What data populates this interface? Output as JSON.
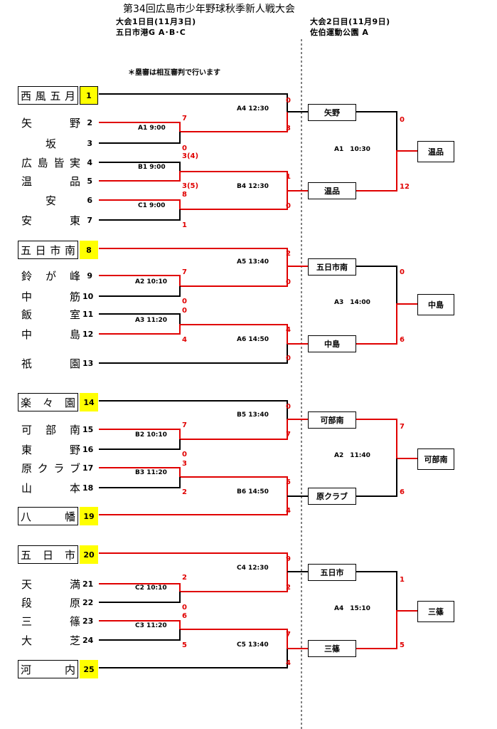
{
  "header": {
    "title": "第34回広島市少年野球秋季新人戦大会",
    "day1": "大会1日目(11月3日)",
    "day1_venue": "五日市港G A･B･C",
    "day2": "大会2日目(11月9日)",
    "day2_venue": "佐伯運動公園 A",
    "note": "＊塁審は相互審判で行います"
  },
  "teams": [
    {
      "n": "1",
      "c": [
        "西",
        "風",
        "五",
        "月"
      ],
      "seed": true
    },
    {
      "n": "2",
      "c": [
        "矢",
        "",
        "野"
      ]
    },
    {
      "n": "3",
      "c": [
        "",
        "坂",
        ""
      ]
    },
    {
      "n": "4",
      "c": [
        "広",
        "島",
        "皆",
        "実"
      ]
    },
    {
      "n": "5",
      "c": [
        "温",
        "",
        "品"
      ]
    },
    {
      "n": "6",
      "c": [
        "",
        "安",
        ""
      ]
    },
    {
      "n": "7",
      "c": [
        "安",
        "",
        "東"
      ]
    },
    {
      "n": "8",
      "c": [
        "五",
        "日",
        "市",
        "南"
      ],
      "seed": true
    },
    {
      "n": "9",
      "c": [
        "鈴",
        "が",
        "峰"
      ]
    },
    {
      "n": "10",
      "c": [
        "中",
        "",
        "筋"
      ]
    },
    {
      "n": "11",
      "c": [
        "飯",
        "",
        "室"
      ]
    },
    {
      "n": "12",
      "c": [
        "中",
        "",
        "島"
      ]
    },
    {
      "n": "13",
      "c": [
        "祇",
        "",
        "園"
      ]
    },
    {
      "n": "14",
      "c": [
        "楽",
        "々",
        "園"
      ],
      "seed": true
    },
    {
      "n": "15",
      "c": [
        "可",
        "部",
        "南"
      ]
    },
    {
      "n": "16",
      "c": [
        "東",
        "",
        "野"
      ]
    },
    {
      "n": "17",
      "c": [
        "原",
        "ク",
        "ラ",
        "ブ"
      ]
    },
    {
      "n": "18",
      "c": [
        "山",
        "",
        "本"
      ]
    },
    {
      "n": "19",
      "c": [
        "八",
        "",
        "幡"
      ],
      "seed": true
    },
    {
      "n": "20",
      "c": [
        "五",
        "日",
        "市"
      ],
      "seed": true
    },
    {
      "n": "21",
      "c": [
        "天",
        "",
        "満"
      ]
    },
    {
      "n": "22",
      "c": [
        "段",
        "",
        "原"
      ]
    },
    {
      "n": "23",
      "c": [
        "三",
        "",
        "篠"
      ]
    },
    {
      "n": "24",
      "c": [
        "大",
        "",
        "芝"
      ]
    },
    {
      "n": "25",
      "c": [
        "河",
        "",
        "内"
      ],
      "seed": true
    }
  ],
  "games": [
    "A4 12:30",
    "A1 9:00",
    "B1 9:00",
    "B4 12:30",
    "C1 9:00",
    "A5 13:40",
    "A2 10:10",
    "A3 11:20",
    "A6 14:50",
    "B5 13:40",
    "B2 10:10",
    "B3 11:20",
    "B6 14:50",
    "C4 12:30",
    "C2 10:10",
    "C3 11:20",
    "C5 13:40",
    "A1　10:30",
    "A3　14:00",
    "A2　11:40",
    "A4　15:10"
  ],
  "scores": [
    "0",
    "3",
    "7",
    "0",
    "3(4)",
    "3(5)",
    "1",
    "0",
    "8",
    "1",
    "2",
    "0",
    "7",
    "0",
    "0",
    "4",
    "4",
    "0",
    "0",
    "7",
    "7",
    "0",
    "3",
    "2",
    "5",
    "4",
    "9",
    "2",
    "2",
    "0",
    "6",
    "5",
    "7",
    "4",
    "0",
    "12",
    "0",
    "6",
    "7",
    "6",
    "1",
    "5"
  ],
  "round2": [
    "矢野",
    "温品",
    "五日市南",
    "中島",
    "可部南",
    "原クラブ",
    "五日市",
    "三篠"
  ],
  "winners": [
    "温品",
    "中島",
    "可部南",
    "三篠"
  ]
}
